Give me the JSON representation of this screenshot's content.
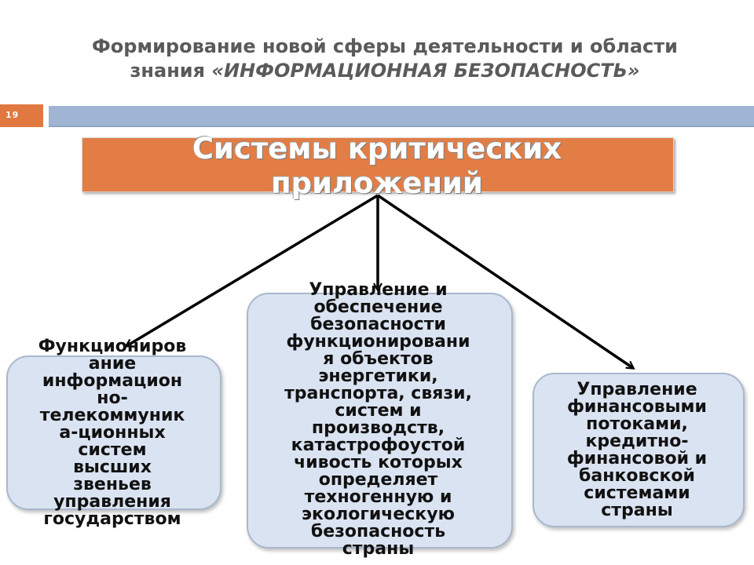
{
  "title": {
    "line1": "Формирование новой сферы деятельности и области",
    "line2_prefix": "знания ",
    "line2_emphasis": "«ИНФОРМАЦИОННАЯ БЕЗОПАСНОСТЬ»"
  },
  "slide_number": "19",
  "header": {
    "line1": "Системы критических",
    "line2": "приложений"
  },
  "nodes": {
    "left": [
      "Функциониров",
      "ание",
      "информацион",
      "но-",
      "телекоммуник",
      "а-ционных",
      "систем",
      "высших",
      "звеньев",
      "управления",
      "государством"
    ],
    "center": [
      "Управление и",
      "обеспечение",
      "безопасности",
      "функционировани",
      "я объектов",
      "энергетики,",
      "транспорта, связи,",
      "систем и",
      "производств,",
      "катастрофоустой",
      "чивость которых",
      "определяет",
      "техногенную и",
      "экологическую",
      "безопасность",
      "страны"
    ],
    "right": [
      "Управление",
      "финансовыми",
      "потоками,",
      "кредитно-",
      "финансовой и",
      "банковской",
      "системами",
      "страны"
    ]
  },
  "colors": {
    "accent_orange": "#e27d45",
    "bar_blue": "#9fb5d3",
    "box_fill": "#dae3f1",
    "box_border": "#a9b8ce",
    "title_gray": "#5a5a5a"
  }
}
